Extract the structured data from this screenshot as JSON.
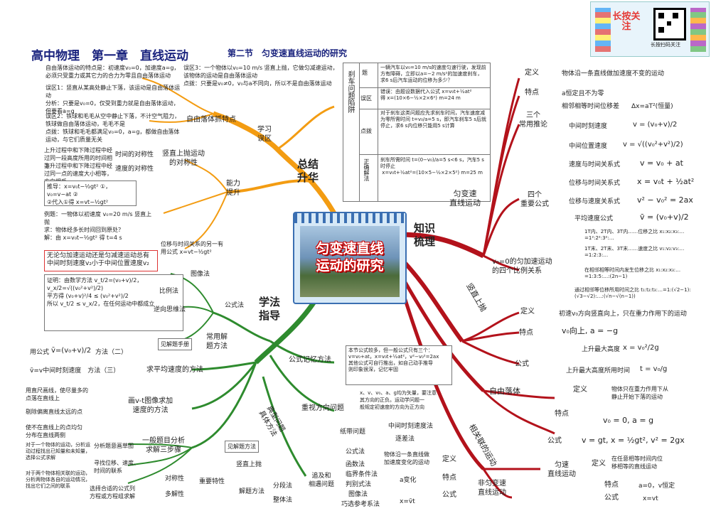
{
  "header": {
    "title": "高中物理　第一章　直线运动",
    "section": "第二节　匀变速直线运动的研究"
  },
  "logo": {
    "text": "长按关注",
    "caption": "长按扫码关注"
  },
  "center": {
    "title_line1": "匀变速直线",
    "title_line2": "运动的研究"
  },
  "branches": {
    "summary": "总结\n升华",
    "knowledge": "知识\n梳理",
    "method": "学法\n指导"
  },
  "subbranches": {
    "misread": "学习\n误区",
    "ability": "能力\n提升",
    "freefall_features": "自由落体抓特点",
    "symmetry": "竖直上抛运动\n的对称性",
    "time_sym": "时间的对称性",
    "speed_sym": "速度的对称性",
    "formula_sheet": "公式记忆方法",
    "direction_issue": "重视方向问题",
    "avg_speed": "求平均速度的方法",
    "vt_method": "画v-t图像求加\n速度的方法",
    "general_steps": "一般题目分析\n求解三步骤",
    "common_methods": "常用解\n题方法",
    "typical": "典型问题\n具体方法"
  },
  "knowledge": {
    "def_label": "定义",
    "def_text": "物体沿一条直线做加速度不变的运动",
    "feature_label": "特点",
    "feature_text": "a恒定且不为零",
    "corollary_label": "三个\n常用推论",
    "cor1_label": "相邻相等时间位移差",
    "cor1_formula": "Δx=aT²(恒量)",
    "cor2_label": "中间时刻速度",
    "cor2_formula": "v = (v₀+v)/2",
    "cor3_label": "中间位置速度",
    "cor3_formula": "v = √((v₀²+v²)/2)",
    "four_label": "四个\n重要公式",
    "f1_label": "速度与时间关系式",
    "f1_formula": "v = v₀ + at",
    "f2_label": "位移与时间关系式",
    "f2_formula": "x = v₀t + ½at²",
    "f3_label": "位移与速度关系式",
    "f3_formula": "v² − v₀² = 2ax",
    "f4_label": "平均速度公式",
    "f4_formula": "v̄ = (v₀+v)/2",
    "ratio_label": "v₀=0的匀加速运动\n的四个比例关系",
    "ratio1": "1T内、2T内、3T内……位移之比 x₁:x₂:x₃:…=1²:2²:3²:…",
    "ratio2": "1T末、2T末、3T末……速度之比 v₁:v₂:v₃:…=1:2:3:…",
    "ratio3": "在相邻相等时间内发生位移之比 x₁:x₂:x₃:…=1:3:5:…:(2n−1)",
    "ratio4": "通过相邻等位移所用时间之比 t₁:t₂:t₃:…=1:(√2−1):(√3−√2):…:(√n−√(n−1))"
  },
  "vertical": {
    "branch": "竖直上抛",
    "def_label": "定义",
    "def_text": "初速v₀方向竖直向上，只在重力作用下的运动",
    "feature_label": "特点",
    "feature_text": "v₀向上, a = −g",
    "formula_label": "公式",
    "h_label": "上升最大高度",
    "h_formula": "x = v₀²/2g",
    "t_label": "上升最大高度所用时间",
    "t_formula": "t = v₀/g"
  },
  "freefall": {
    "label": "自由落体",
    "def_label": "定义",
    "def_text": "物体只在重力作用下从\n静止开始下落的运动",
    "feature_label": "特点",
    "feature_text": "v₀ = 0, a = g",
    "formula_label": "公式",
    "formula_text": "v = gt, x = ½gt², v² = 2gx"
  },
  "related": {
    "branch": "相关联的运动",
    "uniform_label": "匀速\n直线运动",
    "u_def_label": "定义",
    "u_def_text": "在任意相等时间内位\n移相等的直线运动",
    "u_feature_label": "特点",
    "u_feature_text": "a=0，v恒定",
    "u_formula_label": "公式",
    "u_formula_text": "x=vt",
    "nonuniform_label": "非匀变速\n直线运动",
    "n_def_label": "定义",
    "n_def_text": "物体沿一条直线做\n加速度变化的运动",
    "n_feature_label": "特点",
    "n_feature_text": "a变化",
    "n_formula_label": "公式",
    "n_formula_text": "x=v̄t"
  },
  "summary_boxes": {
    "ff1": "自由落体运动的特点是：初速度v₀=0，加速度a=g，必须只受重力或其它力的合力为零且自由落体运动",
    "ff2": "误区1：竖直从某高处静止下落，该运动是自由落体运动\n分析：只要是v₀=0，仅受到重力就是自由落体运动，但要看a=g",
    "ff3": "误区2：铁球和毛毛从空中静止下落，不计空气阻力，铁球做自由落体运动，毛毛不是\n点拨：铁球和毛毛都满足v₀=0，a=g，都做自由落体运动，与它们质量无关",
    "ex1": "误区3：一个物体以v₀=10 m/s 竖直上抛，它做匀减速运动，该物体的运动是自由落体运动\n点拨：只要是v₀≠0，v₀与a不同向，所以不是自由落体运动",
    "time_sym_text": "上升过程中和下降过程中经过同一段高度所用的时间相等",
    "speed_sym_text": "上升过程中和下降过程中经过同一点的速度大小相等，方向相反",
    "derive": "推导：x=v₀t−½gt² ①，v₀=v−at ②\n②代入①得 x=vt−½gt²",
    "example": "例题：一物体以初速度 v₀=20 m/s 竖直上抛\n求：物体经多长时间回到原处？\n解：由 x=v₀t−½gt² 得 t=4 s",
    "mid": "位移与时间关系的另一有用公式 x=vt−½gt²",
    "compare_title": "无论匀加速运动还是匀减速运动总有\n中间时刻速度v₂小于中间位置速度v₂",
    "compare_proof": "证明：由数学方法 v_t/2=(v₀+v)/2，v_x/2=√((v₀²+v²)/2)\n平方得 (v₀+v)²/4 ≤ (v₀²+v²)/2\n所以 v_t/2 ≤ v_x/2，在任何运动中都成立",
    "misreading_table": "刹车问题陷阱"
  },
  "table": {
    "side_label": "刹车问题陷阱",
    "r1_label": "题",
    "r1_text": "一辆汽车以v₀=10 m/s的速度匀速行驶，发现前方有障碍，立即以a=−2 m/s²的加速度刹车，求6 s后汽车运动的位移为多少？",
    "r2_label": "误区",
    "r2_text": "错误：由题设数据代入公式 x=v₀t+½at²\n得 x=(10×6−½×2×6²) m=24 m",
    "r3_label": "点拨",
    "r3_text": "对于刹车这类问题应先求刹车时间，汽车速度减为零所需时间 t=v₀/a=5 s，即汽车刹车5 s后就停止，求6 s内位移只能用5 s计算",
    "r4_label": "正确解法",
    "r4_text": "刹车所需时间 t=(0−v₀)/a=5 s<6 s，汽车5 s时停止\n x=v₀t+½at²=(10×5−½×2×5²) m=25 m"
  },
  "method": {
    "graph": "图像法",
    "ratio": "比例法",
    "reverse": "逆向思维法",
    "formula": "公式法",
    "common": "常用解\n题方法",
    "see_photo": "见解题手册",
    "avg1_prefix": "用公式",
    "avg1_formula": "v̄=(v₀+v)/2",
    "avg1_suffix": "方法（二）",
    "avg2": "v̄=v中间时刻速度　方法（三）",
    "formula_box": "本节公式较多，但一般公式只有三个：\nv=v₀+at，x=v₀t+½at²，v²−v₀²=2ax\n其他公式可自行推出，如自己动手推导\n则印象很深，记忆牢固",
    "direction_box": "x、v、v₀、a、g均为矢量，要注意\n其方向的正负。运动学问题一\n般规定初速度的方向为正方向",
    "vt_items": [
      "用直尺画线，使尽量多的\n点落在直线上",
      "剔除偏离直线太远的点",
      "使不在直线上的点均匀\n分布在直线两侧"
    ],
    "steps": [
      "分析题意画草图",
      "寻找位移、速度、\n时间的联系",
      "选择合适的公式列\n方程或方程组求解"
    ],
    "step_notes": [
      "对于一个物体的运动，分析运动过程找出已知量和未知量，选择公式求解",
      "对于两个物体相关联的运动，分析两物体各自的运动情况，找出它们之间的联系"
    ],
    "typical_items": [
      "纸带问题",
      "竖直上抛",
      "追及和\n相遇问题",
      "见解题方法"
    ],
    "tape_items": [
      "中间时刻速度法",
      "逐差法"
    ],
    "up_items": [
      "对称性",
      "多解性",
      "解题方法",
      "分段法",
      "整体法",
      "重要特性"
    ],
    "chase_items": [
      "公式法",
      "临界条件法",
      "判别式法",
      "图像法",
      "巧选参考系法",
      "函数法"
    ]
  }
}
